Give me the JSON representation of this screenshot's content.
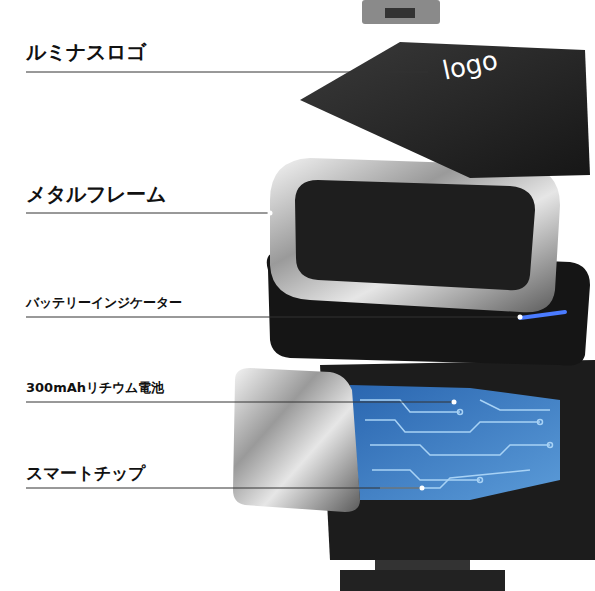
{
  "diagram": {
    "labels": [
      "ルミナスロゴ",
      "logo",
      "メタルフレーム",
      "バッテリーインジケーター",
      "300mAhリチウム電池",
      "スマートチップ"
    ]
  }
}
